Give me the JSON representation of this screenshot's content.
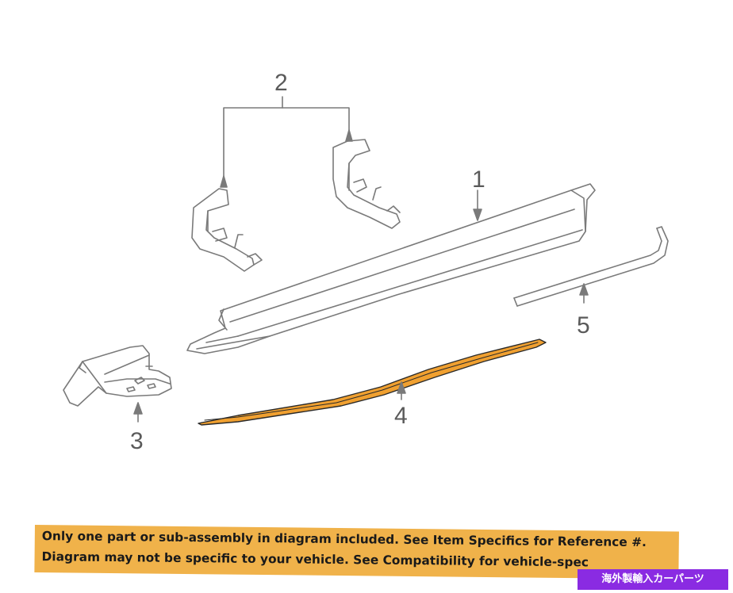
{
  "diagram": {
    "callouts": [
      {
        "id": "1",
        "label": "1"
      },
      {
        "id": "2",
        "label": "2"
      },
      {
        "id": "3",
        "label": "3"
      },
      {
        "id": "4",
        "label": "4"
      },
      {
        "id": "5",
        "label": "5"
      }
    ],
    "highlight_color": "#f0a030",
    "line_color": "#7a7a7a"
  },
  "banner": {
    "line1": "Only one part or sub-assembly in diagram included. See Item Specifics for Reference #.",
    "line2": "Diagram may not be specific to your vehicle. See Compatibility for vehicle-spec",
    "color": "#f0b24a"
  },
  "badge": {
    "text": "海外製輸入カーパーツ",
    "color": "#8a2be2"
  }
}
